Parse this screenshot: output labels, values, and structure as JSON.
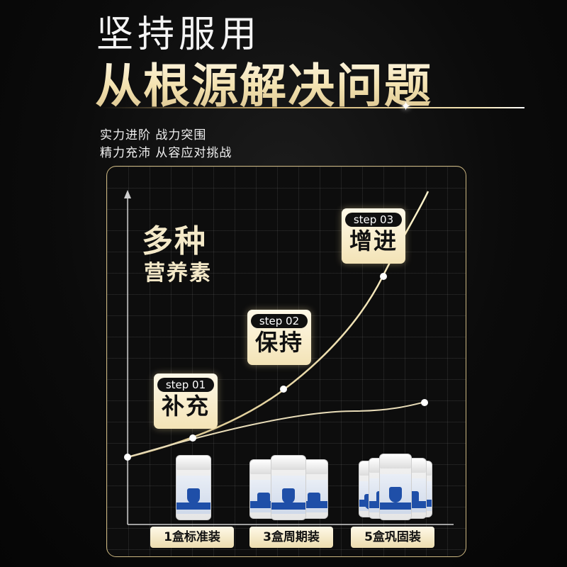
{
  "header": {
    "title_line1": "坚持服用",
    "title_line2": "从根源解决问题"
  },
  "subtitle": {
    "line1": "实力进阶 战力突围",
    "line2": "精力充沛 从容应对挑战"
  },
  "panel": {
    "heading": "多种",
    "subheading": "营养素"
  },
  "steps": [
    {
      "tag": "step 01",
      "name": "补充"
    },
    {
      "tag": "step 02",
      "name": "保持"
    },
    {
      "tag": "step 03",
      "name": "增进"
    }
  ],
  "packages": [
    {
      "label": "1盒标准装",
      "count": 1
    },
    {
      "label": "3盒周期装",
      "count": 3
    },
    {
      "label": "5盒巩固装",
      "count": 5
    }
  ],
  "colors": {
    "accent_gold": "#cbb680",
    "card_cream": "#f3e3b6",
    "background": "#0a0a0a",
    "product_blue": "#1f4fa8"
  },
  "icons": {
    "sparkle": "sparkle-icon",
    "product": "supplement-bottle-icon"
  }
}
